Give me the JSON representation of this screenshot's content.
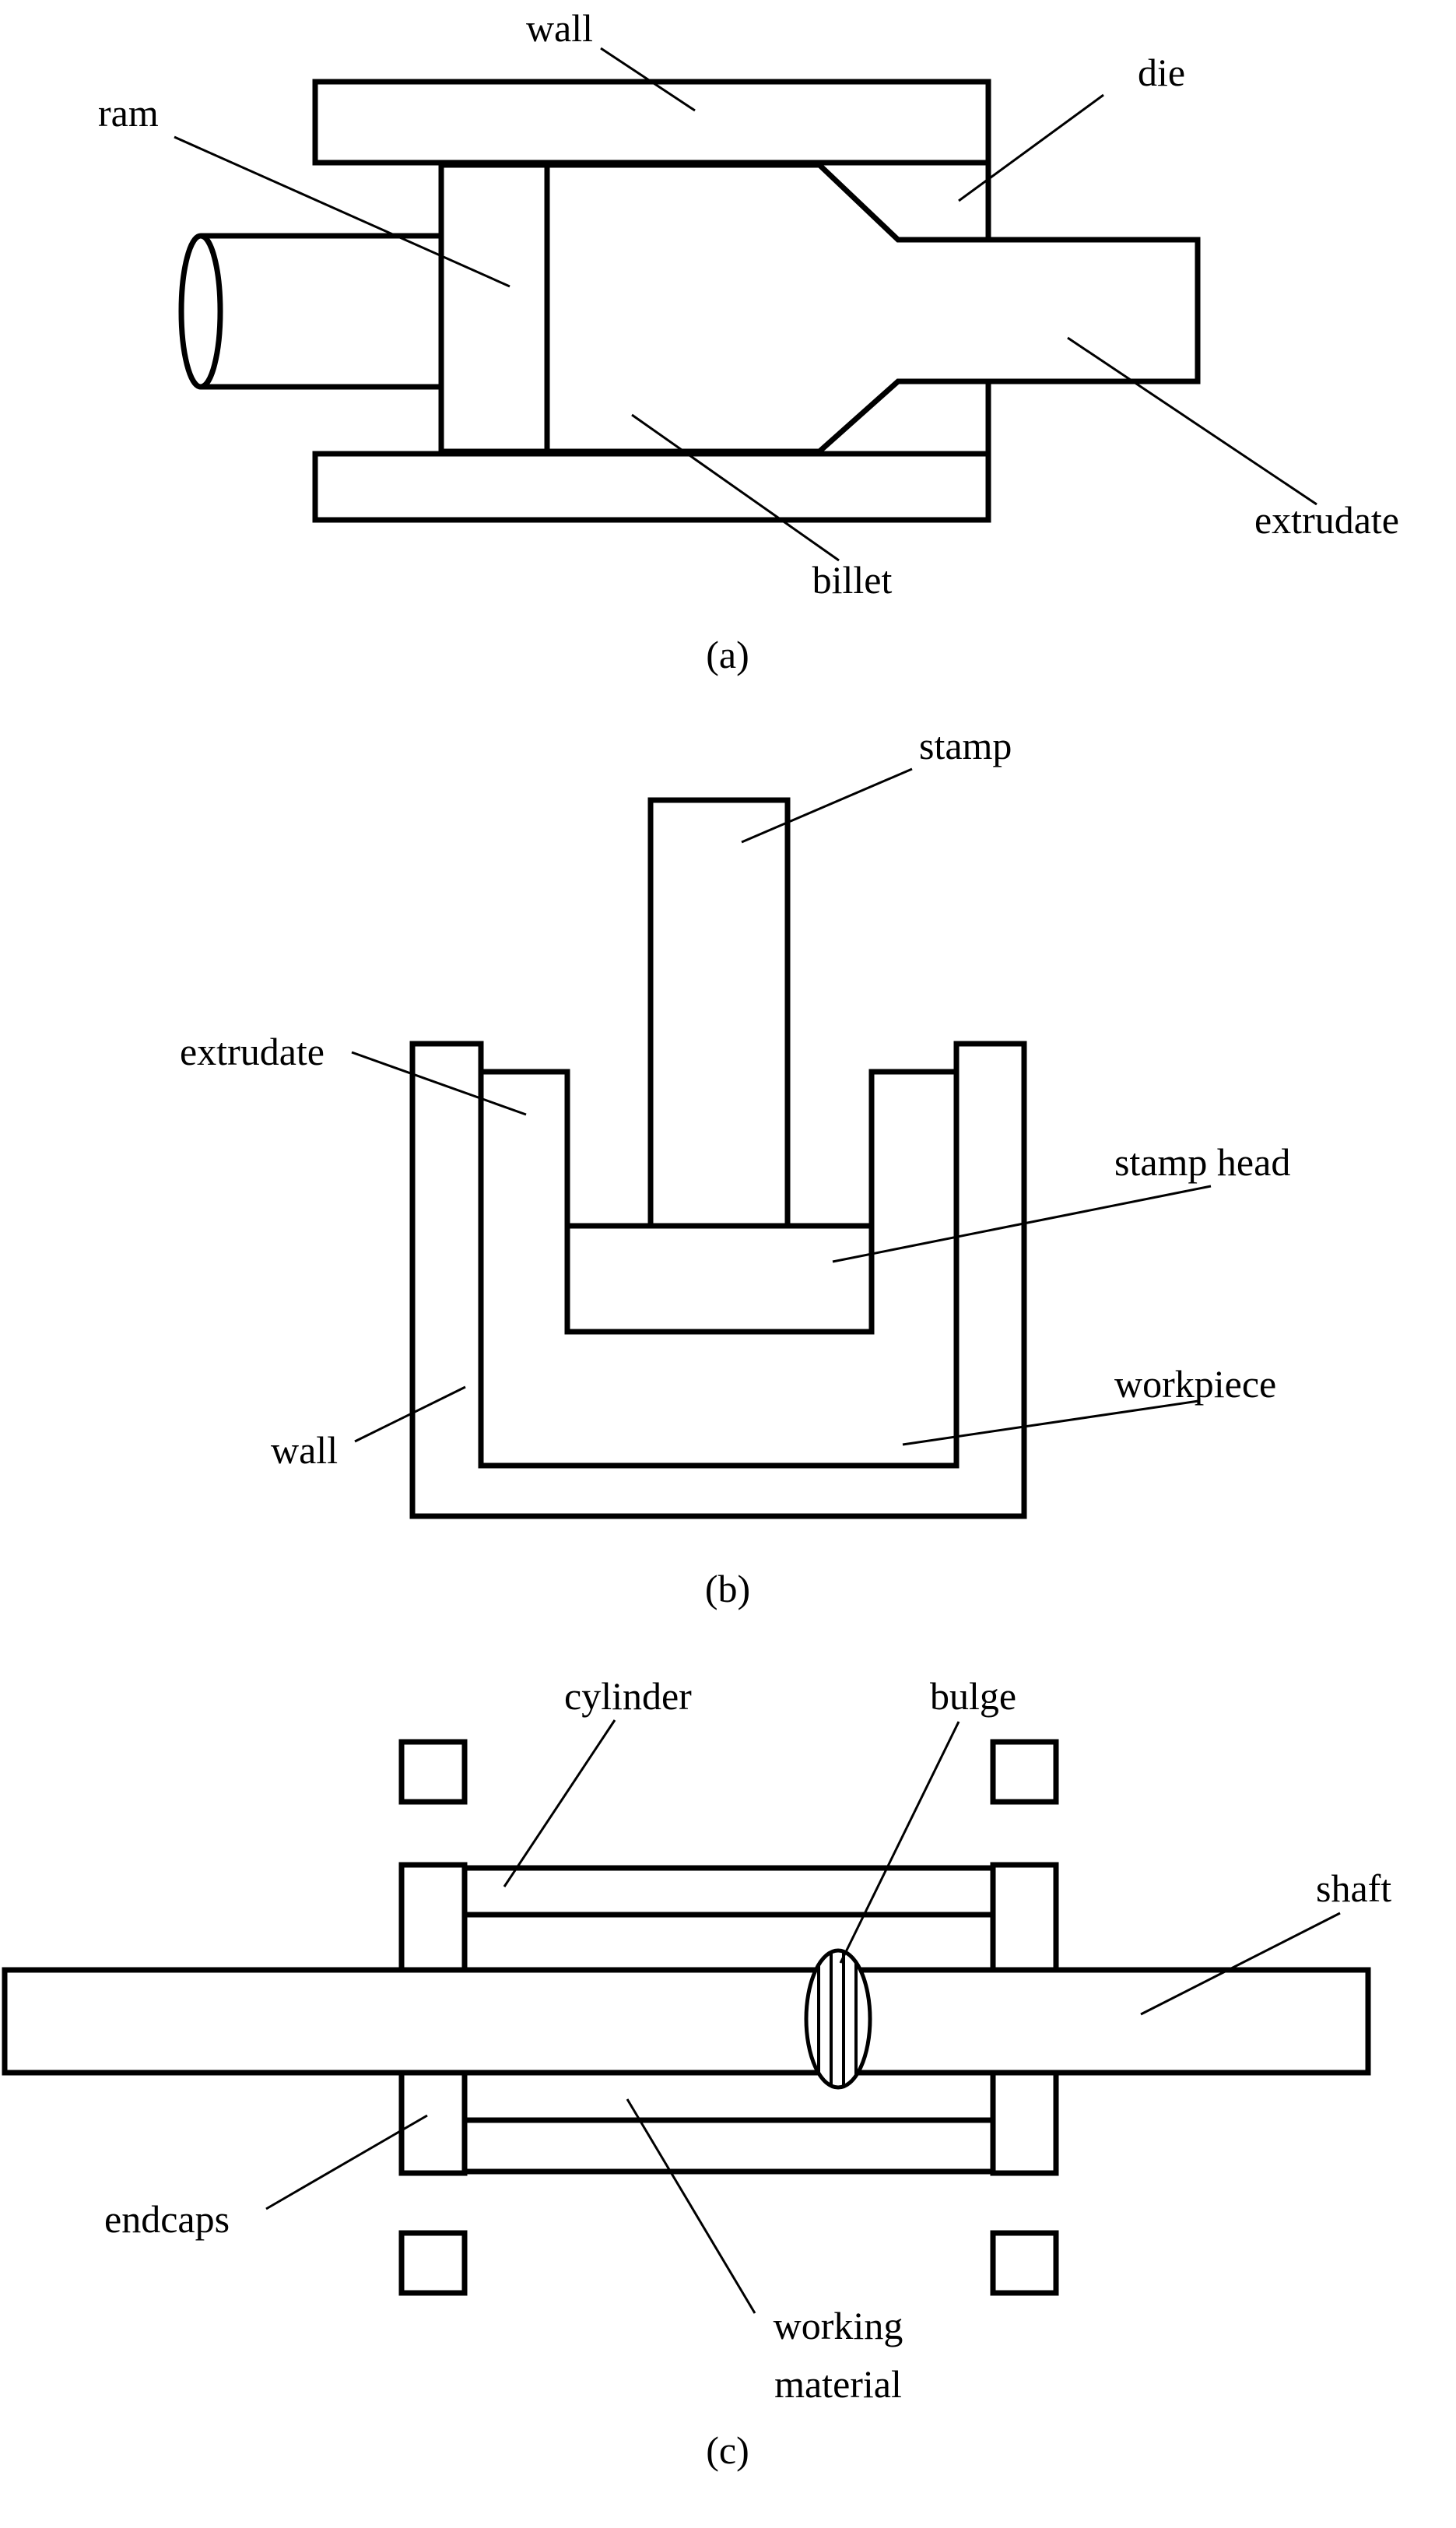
{
  "colors": {
    "outline": "#000000",
    "billet_fill": "#7f7f7f",
    "workpiece_fill": "#d9d9d9",
    "background": "#ffffff"
  },
  "figure_a": {
    "caption": "(a)",
    "labels": {
      "wall": "wall",
      "die": "die",
      "ram": "ram",
      "billet": "billet",
      "extrudate": "extrudate"
    }
  },
  "figure_b": {
    "caption": "(b)",
    "labels": {
      "stamp": "stamp",
      "extrudate": "extrudate",
      "stamp_head": "stamp head",
      "workpiece": "workpiece",
      "wall": "wall"
    }
  },
  "figure_c": {
    "caption": "(c)",
    "labels": {
      "cylinder": "cylinder",
      "bulge": "bulge",
      "shaft": "shaft",
      "endcaps": "endcaps",
      "working_material": [
        "working",
        "material"
      ]
    }
  }
}
